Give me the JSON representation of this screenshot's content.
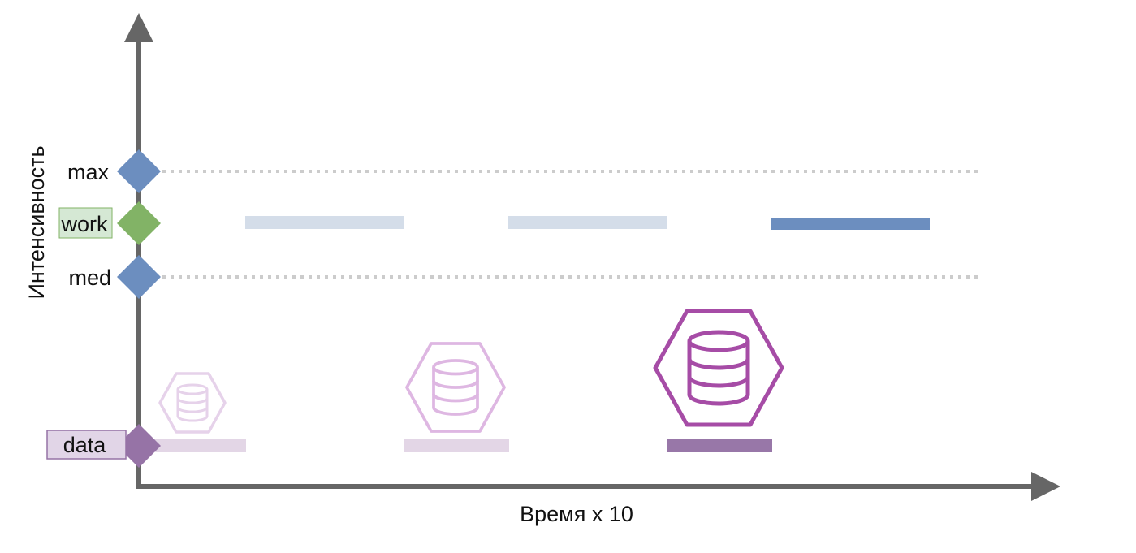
{
  "axes": {
    "y_title": "Интенсивность",
    "x_title": "Время x 10"
  },
  "levels": {
    "max": "max",
    "work": "work",
    "med": "med",
    "data": "data"
  },
  "colors": {
    "axis": "#666666",
    "max_marker": "#6c8ebf",
    "med_marker": "#6c8ebf",
    "work_marker": "#82b366",
    "work_label_bg": "#d5e8d4",
    "data_marker": "#9673a6",
    "data_label_bg": "#e1d5e7",
    "guide_line": "#cccccc",
    "work_segment_faded": "#d4dde9",
    "work_segment_active": "#6c8ebf",
    "data_segment_faded": "#e3d6e6",
    "data_segment_active": "#9877a8",
    "db_icon_faded_1": "#e6d2ea",
    "db_icon_faded_2": "#deb7e2",
    "db_icon_active": "#a64ca6"
  },
  "icons": {
    "db_small": "database-hexagon-icon",
    "db_medium": "database-hexagon-icon",
    "db_large": "database-hexagon-icon"
  }
}
